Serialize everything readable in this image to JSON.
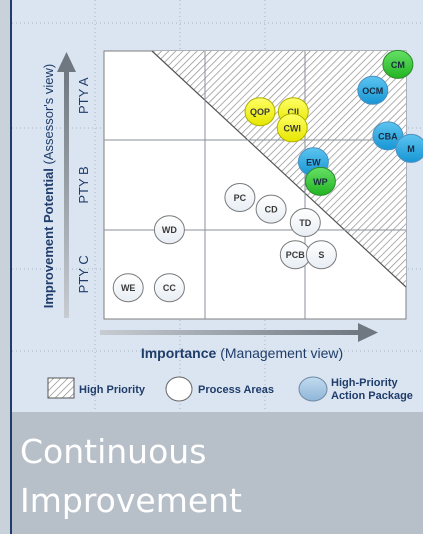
{
  "slide": {
    "caption_lines": [
      "Continuous",
      "Improvement"
    ]
  },
  "chart_data": {
    "type": "scatter",
    "title": "",
    "xlabel": {
      "bold": "Importance",
      "normal": " (Management view)"
    },
    "ylabel": {
      "bold": "Improvement Potential",
      "normal": " (Assessor's view)"
    },
    "y_ticks": [
      "PTY A",
      "PTY B",
      "PTY C"
    ],
    "x_bands": 3,
    "xlim": [
      0,
      3
    ],
    "ylim": [
      0,
      3
    ],
    "grid": true,
    "high_priority_region": "upper-right triangle above the diagonal",
    "colors": {
      "process_area": "#ffffff",
      "high_priority_action": "#29a8e0",
      "green": "#33cc33",
      "yellow": "#ffff00",
      "hatch": "#8c8c8c"
    },
    "points": [
      {
        "label": "CM",
        "x": 2.92,
        "y": 2.85,
        "color": "green"
      },
      {
        "label": "OCM",
        "x": 2.67,
        "y": 2.56,
        "color": "high_priority_action"
      },
      {
        "label": "QOP",
        "x": 1.55,
        "y": 2.32,
        "color": "yellow"
      },
      {
        "label": "CII",
        "x": 1.88,
        "y": 2.32,
        "color": "yellow"
      },
      {
        "label": "CWI",
        "x": 1.87,
        "y": 2.14,
        "color": "yellow"
      },
      {
        "label": "CBA",
        "x": 2.82,
        "y": 2.05,
        "color": "high_priority_action"
      },
      {
        "label": "M",
        "x": 3.05,
        "y": 1.91,
        "color": "high_priority_action"
      },
      {
        "label": "EW",
        "x": 2.08,
        "y": 1.76,
        "color": "high_priority_action"
      },
      {
        "label": "WP",
        "x": 2.15,
        "y": 1.54,
        "color": "green"
      },
      {
        "label": "PC",
        "x": 1.35,
        "y": 1.36,
        "color": "process_area"
      },
      {
        "label": "CD",
        "x": 1.66,
        "y": 1.23,
        "color": "process_area"
      },
      {
        "label": "TD",
        "x": 2.0,
        "y": 1.08,
        "color": "process_area"
      },
      {
        "label": "WD",
        "x": 0.65,
        "y": 1.0,
        "color": "process_area"
      },
      {
        "label": "PCB",
        "x": 1.9,
        "y": 0.72,
        "color": "process_area"
      },
      {
        "label": "S",
        "x": 2.16,
        "y": 0.72,
        "color": "process_area"
      },
      {
        "label": "WE",
        "x": 0.24,
        "y": 0.35,
        "color": "process_area"
      },
      {
        "label": "CC",
        "x": 0.65,
        "y": 0.35,
        "color": "process_area"
      }
    ],
    "legend": {
      "placement": "bottom",
      "items": [
        {
          "kind": "hatch",
          "label": "High Priority"
        },
        {
          "kind": "circle",
          "label": "Process Areas",
          "color": "process_area"
        },
        {
          "kind": "circle",
          "label": "High-Priority Action Package",
          "lines": [
            "High-Priority",
            "Action Package"
          ],
          "color": "high_priority_action"
        }
      ]
    }
  }
}
